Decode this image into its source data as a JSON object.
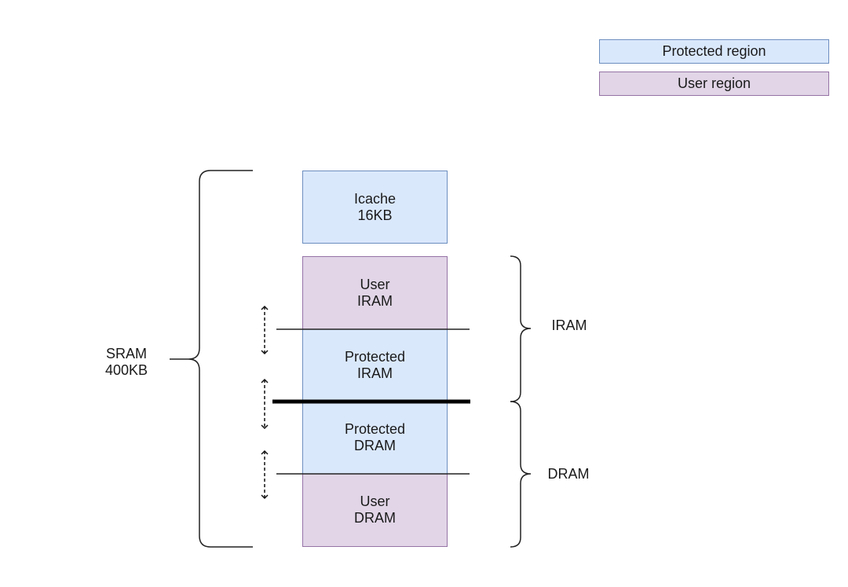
{
  "legend": {
    "protected": "Protected region",
    "user": "User region"
  },
  "blocks": {
    "icache": [
      "Icache",
      "16KB"
    ],
    "user_iram": [
      "User",
      "IRAM"
    ],
    "protected_iram": [
      "Protected",
      "IRAM"
    ],
    "protected_dram": [
      "Protected",
      "DRAM"
    ],
    "user_dram": [
      "User",
      "DRAM"
    ]
  },
  "labels": {
    "sram": [
      "SRAM",
      "400KB"
    ],
    "iram": "IRAM",
    "dram": "DRAM"
  },
  "colors": {
    "protected_fill": "#dae8fc",
    "protected_stroke": "#6c8ebf",
    "user_fill": "#e1d5e7",
    "user_stroke": "#9673a6"
  }
}
